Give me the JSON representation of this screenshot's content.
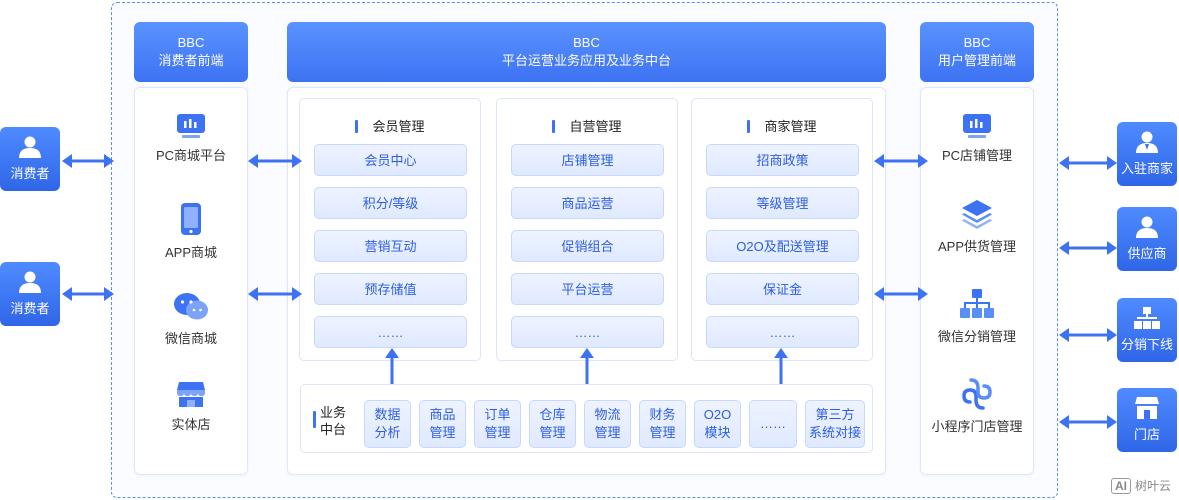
{
  "left_header": {
    "line1": "BBC",
    "line2": "消费者前端"
  },
  "center_header": {
    "line1": "BBC",
    "line2": "平台运营业务应用及业务中台"
  },
  "right_header": {
    "line1": "BBC",
    "line2": "用户管理前端"
  },
  "left_items": [
    {
      "label": "PC商城平台",
      "icon": "monitor-icon"
    },
    {
      "label": "APP商城",
      "icon": "phone-icon"
    },
    {
      "label": "微信商城",
      "icon": "wechat-icon"
    },
    {
      "label": "实体店",
      "icon": "store-icon"
    }
  ],
  "right_items": [
    {
      "label": "PC店铺管理",
      "icon": "monitor-icon"
    },
    {
      "label": "APP供货管理",
      "icon": "layers-icon"
    },
    {
      "label": "微信分销管理",
      "icon": "org-chart-icon"
    },
    {
      "label": "小程序门店管理",
      "icon": "miniprogram-icon"
    }
  ],
  "columns": [
    {
      "title": "会员管理",
      "items": [
        "会员中心",
        "积分/等级",
        "营销互动",
        "预存储值",
        "……"
      ]
    },
    {
      "title": "自营管理",
      "items": [
        "店铺管理",
        "商品运营",
        "促销组合",
        "平台运营",
        "……"
      ]
    },
    {
      "title": "商家管理",
      "items": [
        "招商政策",
        "等级管理",
        "O2O及配送管理",
        "保证金",
        "……"
      ]
    }
  ],
  "business": {
    "title_line1": "业务",
    "title_line2": "中台",
    "modules": [
      {
        "l1": "数据",
        "l2": "分析"
      },
      {
        "l1": "商品",
        "l2": "管理"
      },
      {
        "l1": "订单",
        "l2": "管理"
      },
      {
        "l1": "仓库",
        "l2": "管理"
      },
      {
        "l1": "物流",
        "l2": "管理"
      },
      {
        "l1": "财务",
        "l2": "管理"
      },
      {
        "l1": "O2O",
        "l2": "模块"
      },
      {
        "l1": "……",
        "l2": ""
      },
      {
        "l1": "第三方",
        "l2": "系统对接"
      }
    ]
  },
  "left_external": [
    {
      "label": "消费者",
      "icon": "user-icon"
    },
    {
      "label": "消费者",
      "icon": "user-icon"
    }
  ],
  "right_external": [
    {
      "label": "入驻商家",
      "icon": "merchant-icon"
    },
    {
      "label": "供应商",
      "icon": "supplier-icon"
    },
    {
      "label": "分销下线",
      "icon": "distribution-icon"
    },
    {
      "label": "门店",
      "icon": "store-icon"
    }
  ],
  "watermark": {
    "box": "AI",
    "text": "树叶云"
  },
  "colors": {
    "primary": "#3d72f2",
    "pill_bg": "#e6eeff",
    "pill_text": "#2d5ee0"
  }
}
